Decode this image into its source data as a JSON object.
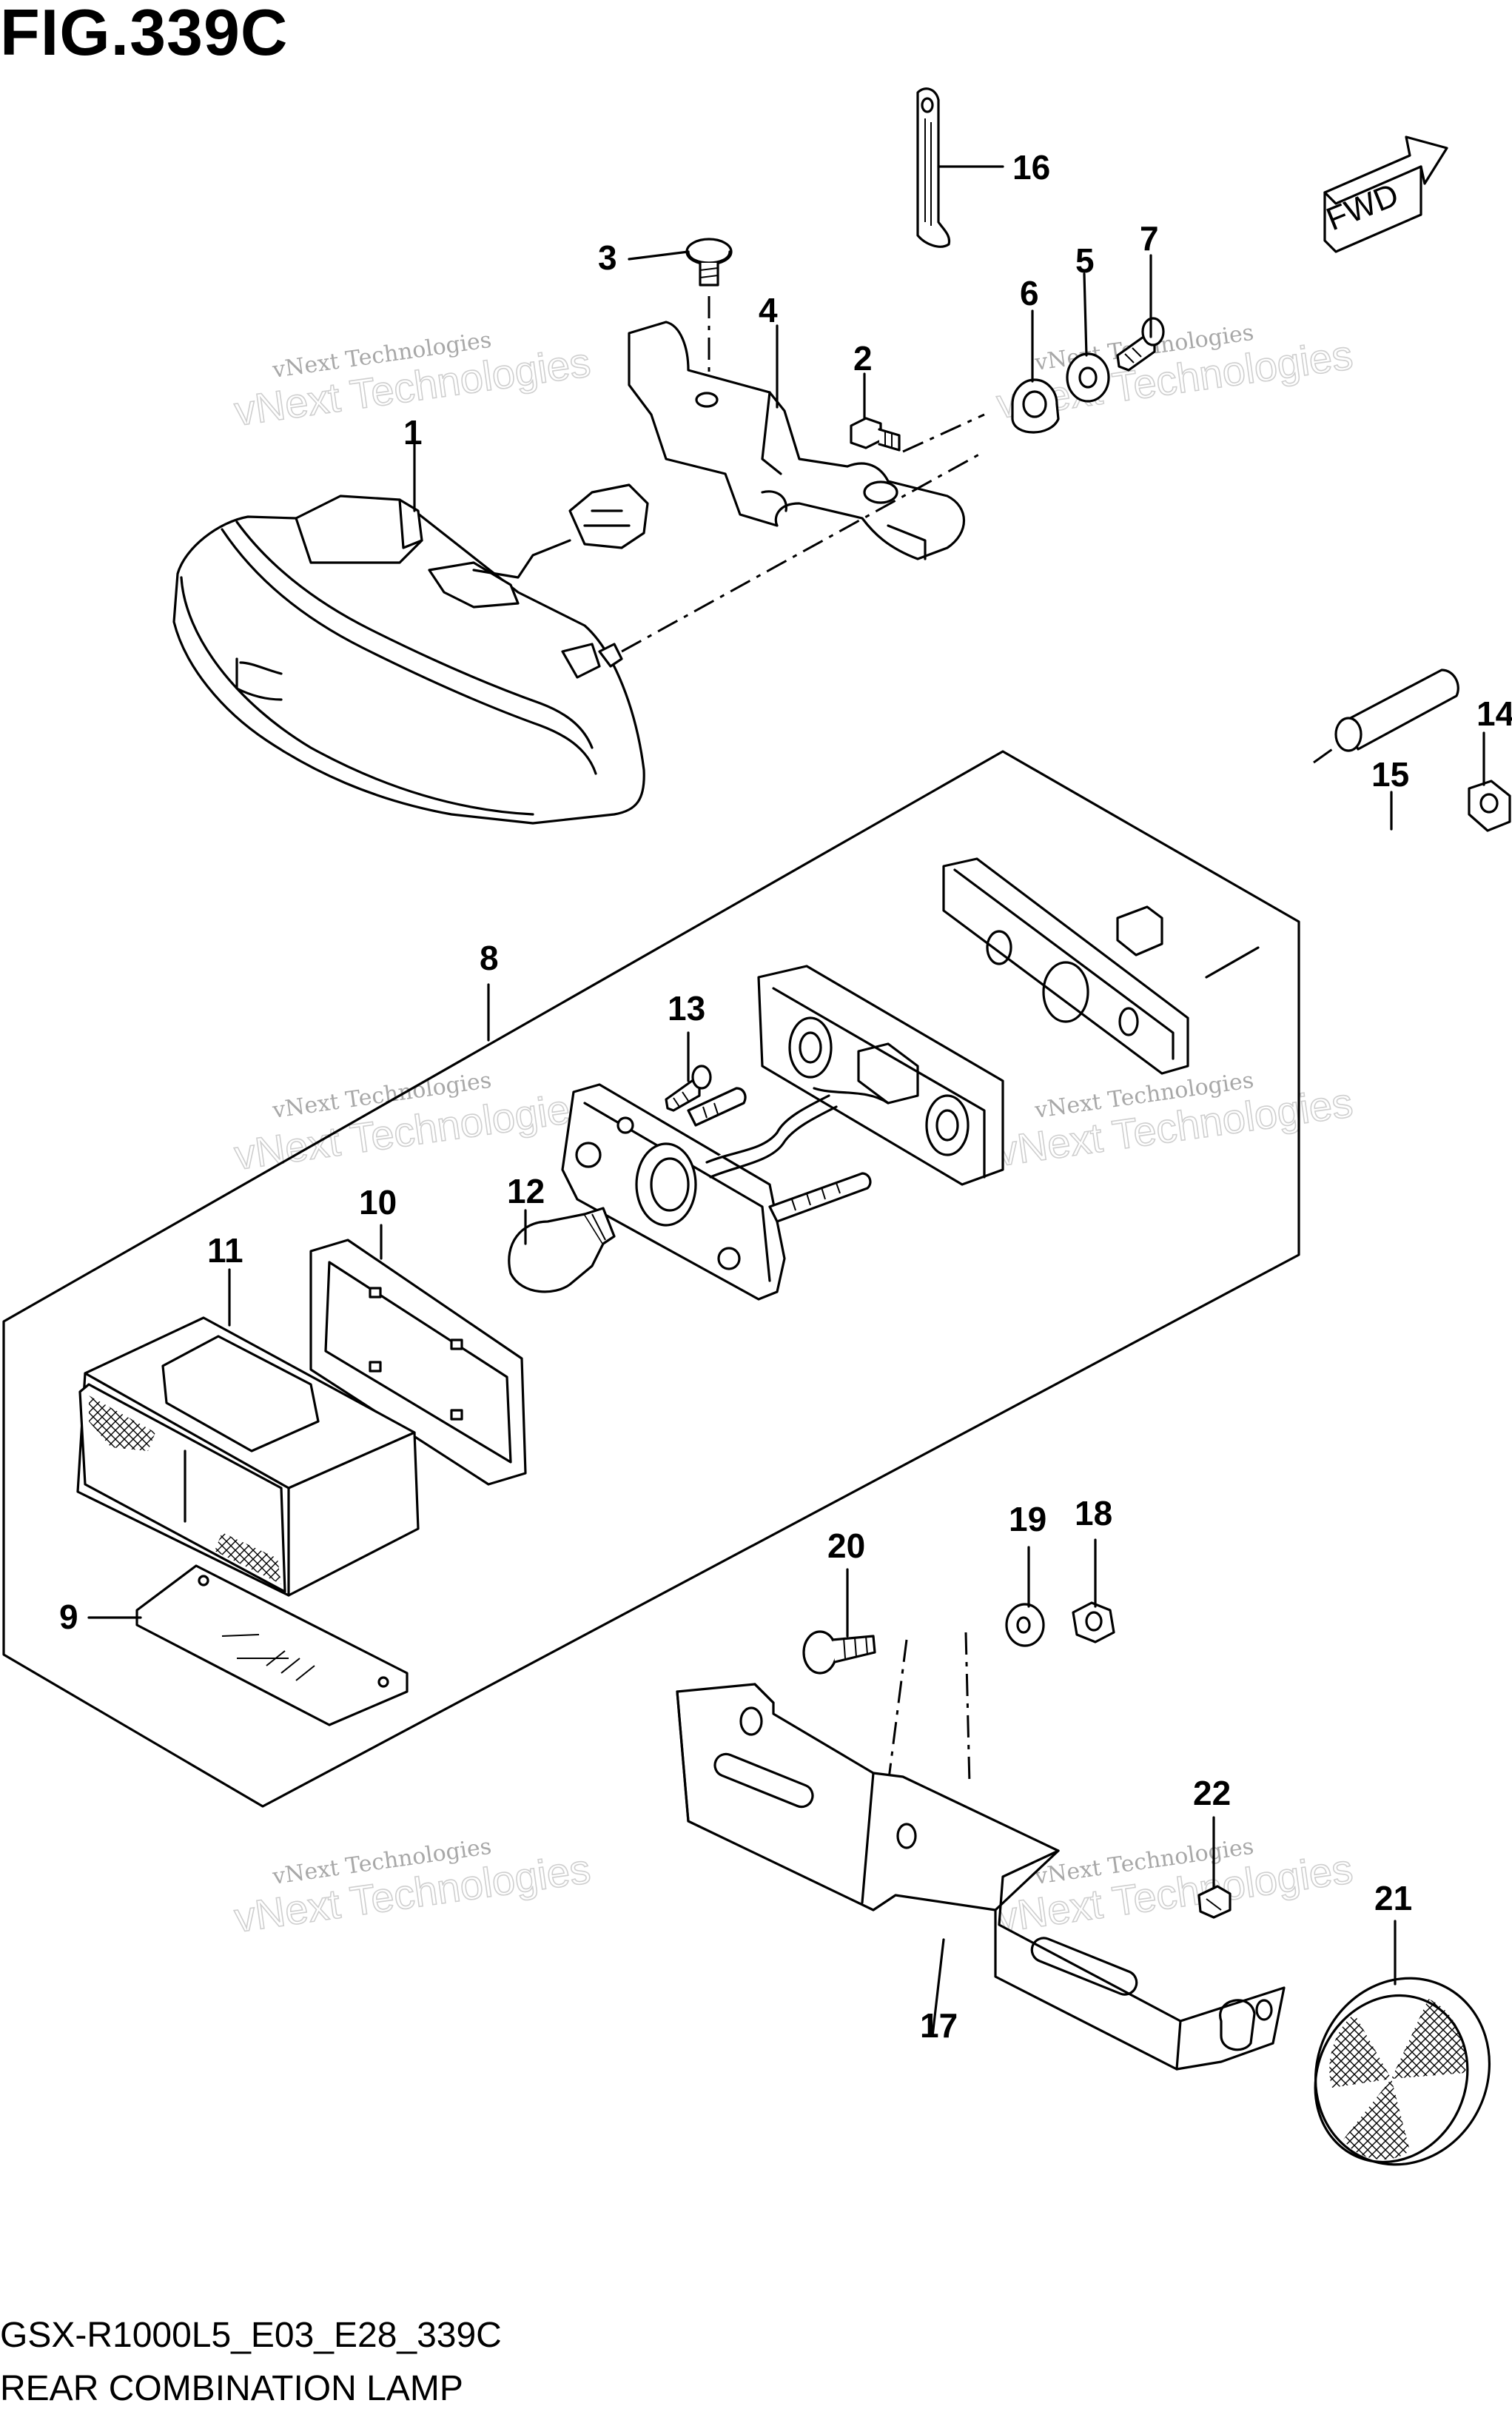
{
  "figure": {
    "title": "FIG.339C",
    "model_code": "GSX-R1000L5_E03_E28_339C",
    "section_name": "REAR COMBINATION LAMP"
  },
  "direction_tag": {
    "label": "FWD"
  },
  "watermarks": [
    {
      "line1": "vNext Technologies",
      "line2": "vNext Technologies"
    },
    {
      "line1": "vNext Technologies",
      "line2": "vNext Technologies"
    },
    {
      "line1": "vNext Technologies",
      "line2": "vNext Technologies"
    },
    {
      "line1": "vNext Technologies",
      "line2": "vNext Technologies"
    },
    {
      "line1": "vNext Technologies",
      "line2": "vNext Technologies"
    },
    {
      "line1": "vNext Technologies",
      "line2": "vNext Technologies"
    }
  ],
  "callouts": {
    "p1": "1",
    "p2": "2",
    "p3": "3",
    "p4": "4",
    "p5": "5",
    "p6": "6",
    "p7": "7",
    "p8": "8",
    "p9": "9",
    "p10": "10",
    "p11": "11",
    "p12": "12",
    "p13": "13",
    "p14": "14",
    "p15": "15",
    "p16": "16",
    "p17": "17",
    "p18": "18",
    "p19": "19",
    "p20": "20",
    "p21": "21",
    "p22": "22"
  }
}
